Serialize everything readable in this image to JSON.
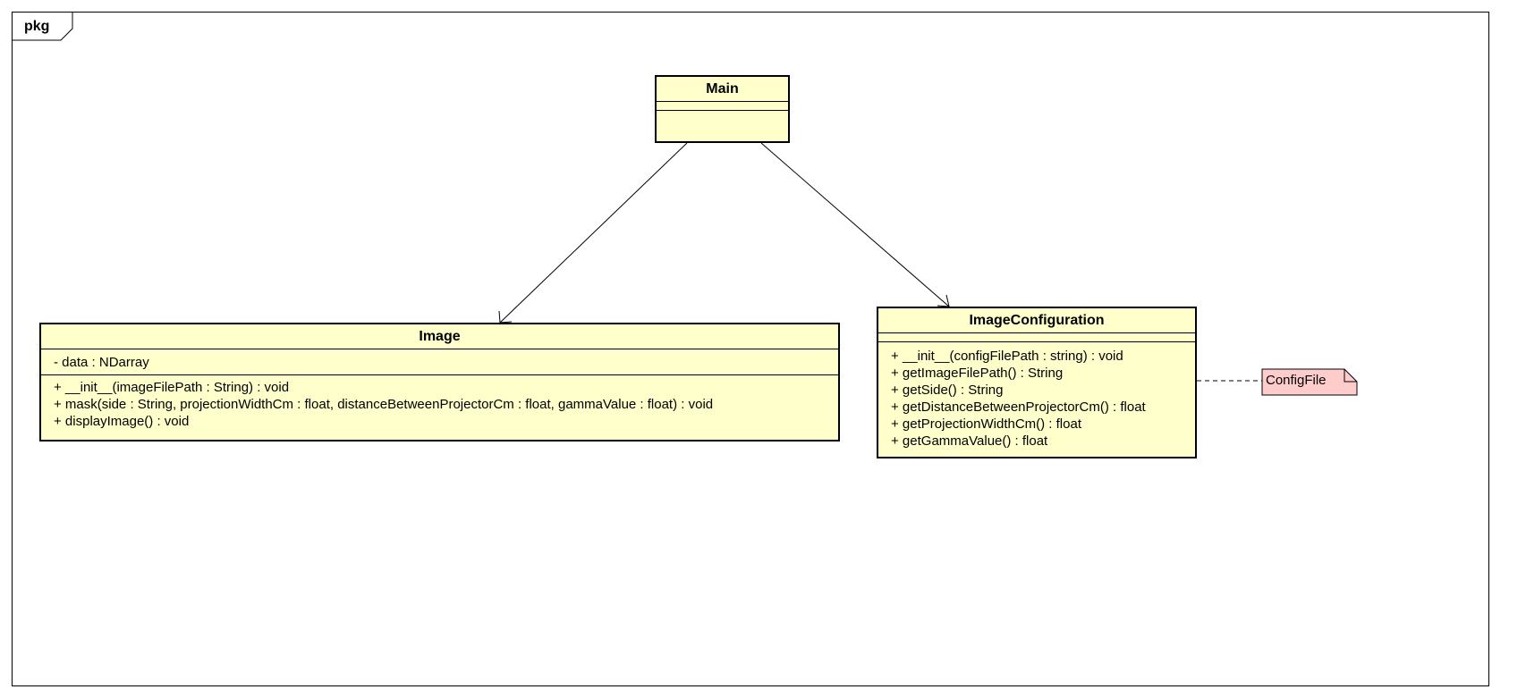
{
  "package": {
    "label": "pkg"
  },
  "classes": {
    "main": {
      "name": "Main",
      "attributes": [],
      "operations": []
    },
    "image": {
      "name": "Image",
      "attributes": [
        "- data : NDarray"
      ],
      "operations": [
        "+ __init__(imageFilePath : String) : void",
        "+ mask(side : String, projectionWidthCm : float, distanceBetweenProjectorCm : float, gammaValue : float) : void",
        "+ displayImage() : void"
      ]
    },
    "image_configuration": {
      "name": "ImageConfiguration",
      "attributes": [],
      "operations": [
        "+ __init__(configFilePath : string) : void",
        "+ getImageFilePath() : String",
        "+ getSide() : String",
        "+ getDistanceBetweenProjectorCm() : float",
        "+ getProjectionWidthCm() : float",
        "+ getGammaValue() : float"
      ]
    }
  },
  "note": {
    "label": "ConfigFile"
  },
  "relations": [
    {
      "type": "association-arrow",
      "from": "Main",
      "to": "Image"
    },
    {
      "type": "association-arrow",
      "from": "Main",
      "to": "ImageConfiguration"
    },
    {
      "type": "dashed-note-link",
      "from": "ImageConfiguration",
      "to": "ConfigFile"
    }
  ],
  "colors": {
    "class_fill": "#ffffcc",
    "note_fill": "#ffcccc",
    "stroke": "#000000"
  }
}
